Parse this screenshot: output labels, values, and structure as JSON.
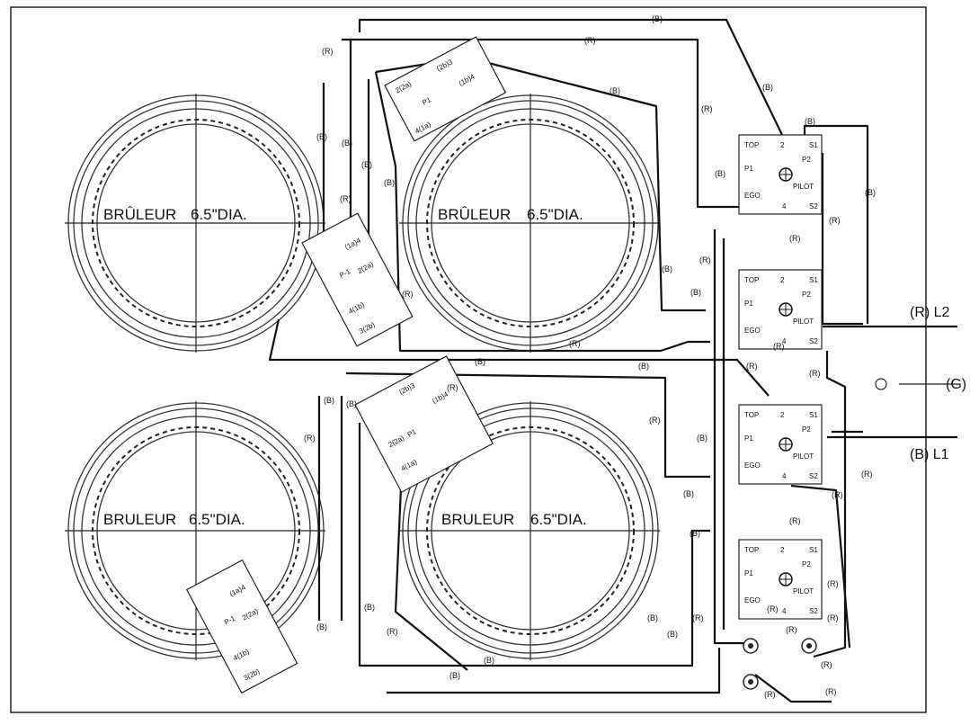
{
  "burners": [
    {
      "label": "BRÛLEUR",
      "size": "6.5\"DIA."
    },
    {
      "label": "BRÛLEUR",
      "size": "6.5\"DIA."
    },
    {
      "label": "BRULEUR",
      "size": "6.5\"DIA."
    },
    {
      "label": "BRULEUR",
      "size": "6.5\"DIA."
    }
  ],
  "wire_labels": {
    "red": "(R)",
    "black": "(B)"
  },
  "switch": {
    "ego": "EGO",
    "top": "TOP",
    "pilot": "PILOT",
    "p1": "P1",
    "p2": "P2",
    "s1": "S1",
    "s2": "S2",
    "t2": "2",
    "t4": "4"
  },
  "terminal_block": {
    "t2a": "2(2a)",
    "t2b": "(2b)3",
    "t1b": "(1b)4",
    "t1a": "4(1a)",
    "p1": "P1",
    "p1f": "P-1",
    "t1a_f": "(1a)4",
    "t2a_f": "2(2a)",
    "t1b_f": "4(1b)",
    "t2b_f": "3(2b)"
  },
  "connections": {
    "l2": "(R) L2",
    "ground": "(G)",
    "l1": "(B) L1"
  }
}
